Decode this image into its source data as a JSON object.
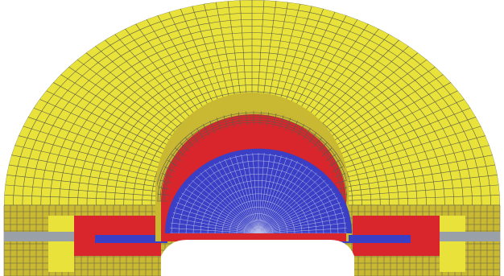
{
  "figure": {
    "kind": "finite element mesh cross-section",
    "legend": []
  },
  "regions": [
    {
      "id": "outer-dome",
      "material_color": "#e8e23a"
    },
    {
      "id": "base-block",
      "material_color": "#c9b832"
    },
    {
      "id": "inner-ring",
      "material_color": "#d8262c"
    },
    {
      "id": "core",
      "material_color": "#3a3fc6"
    },
    {
      "id": "side-pads",
      "material_color": "#d8262c"
    },
    {
      "id": "side-rods",
      "material_color": "#3a3fc6"
    },
    {
      "id": "steel-strips",
      "material_color": "#9aa0a8"
    },
    {
      "id": "end-caps",
      "material_color": "#e8e23a"
    }
  ],
  "colors": {
    "yellow": "#e8e23a",
    "olive": "#c9b832",
    "red": "#d8262c",
    "blue": "#3a3fc6",
    "gray": "#9aa0a8",
    "mesh_line": "#5a5a4a",
    "background": "#ffffff"
  }
}
